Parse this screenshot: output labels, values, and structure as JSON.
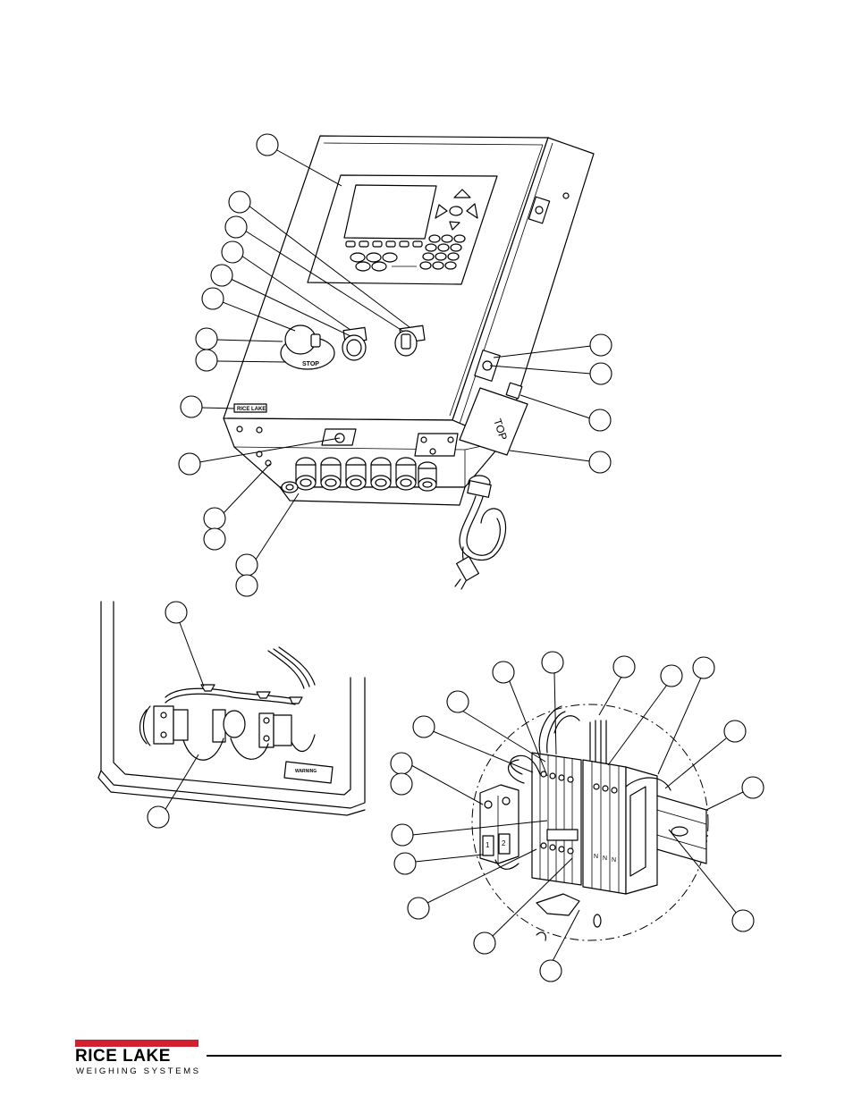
{
  "panel_labels": {
    "display_label": "TOP",
    "warning_label": "WARNING",
    "estop_text": "STOP",
    "brand_plate": "RICE LAKE",
    "din_numbers": [
      "1",
      "2"
    ],
    "terminal_numbers": [
      "N",
      "N",
      "N"
    ]
  },
  "footer": {
    "logo_name": "RICE LAKE",
    "logo_tagline": "WEIGHING SYSTEMS",
    "logo_color": "#d1202f"
  }
}
